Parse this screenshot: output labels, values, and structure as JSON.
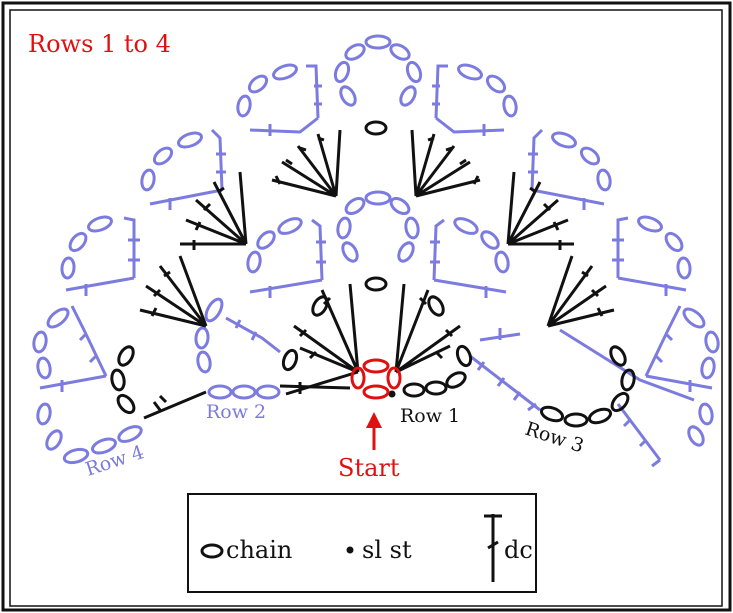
{
  "title": "Rows 1 to 4",
  "labels": {
    "row1": "Row 1",
    "row2": "Row 2",
    "row3": "Row 3",
    "row4": "Row 4",
    "start": "Start"
  },
  "legend": {
    "chain": "chain",
    "slst": "sl st",
    "dc": "dc"
  },
  "colors": {
    "blue": "#7b7be0",
    "black": "#111111",
    "red": "#e01010",
    "background": "#ffffff"
  },
  "icons": [
    "chain-symbol-icon",
    "slip-stitch-symbol-icon",
    "double-crochet-symbol-icon",
    "start-arrow-icon"
  ]
}
